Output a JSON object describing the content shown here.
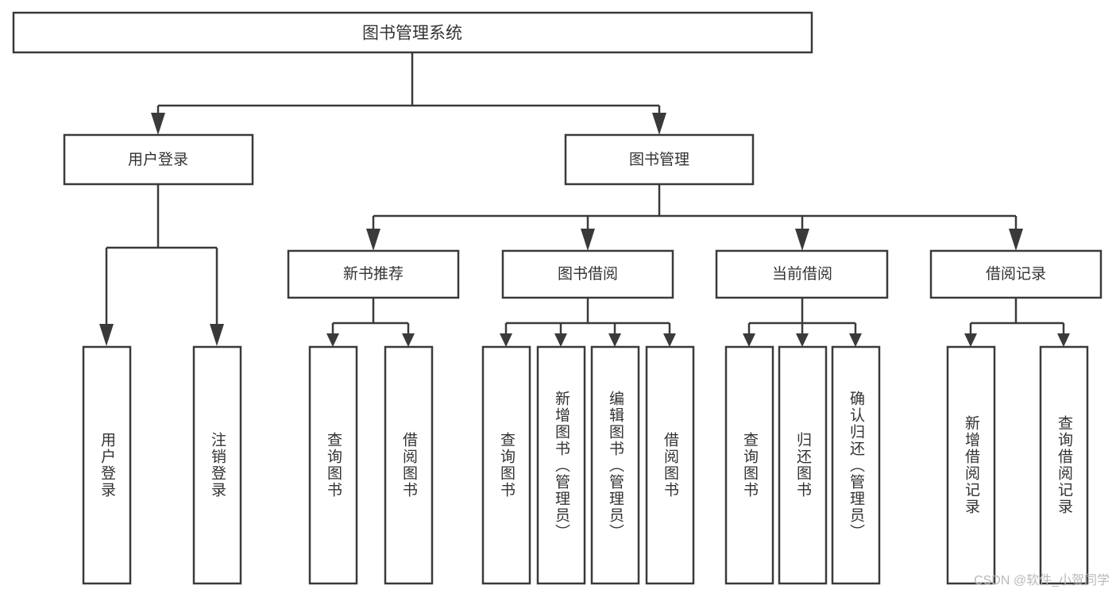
{
  "diagram": {
    "type": "tree-hierarchy",
    "title": "图书管理系统",
    "watermark": "CSDN @软件_小贺同学",
    "colors": {
      "box_stroke": "#3a3a3a",
      "box_fill": "#ffffff",
      "text": "#333333",
      "background": "#ffffff",
      "watermark": "#b9b9b9"
    },
    "levels": {
      "root": {
        "label": "图书管理系统"
      },
      "level2": [
        {
          "id": "user-login",
          "label": "用户登录"
        },
        {
          "id": "book-manage",
          "label": "图书管理"
        }
      ],
      "level3": [
        {
          "id": "new-book-recommend",
          "label": "新书推荐",
          "parent": "book-manage"
        },
        {
          "id": "book-borrow",
          "label": "图书借阅",
          "parent": "book-manage"
        },
        {
          "id": "current-borrow",
          "label": "当前借阅",
          "parent": "book-manage"
        },
        {
          "id": "borrow-record",
          "label": "借阅记录",
          "parent": "book-manage"
        }
      ],
      "leaves": [
        {
          "id": "leaf-user-login",
          "label": "用户登录",
          "parent": "user-login"
        },
        {
          "id": "leaf-logout",
          "label": "注销登录",
          "parent": "user-login"
        },
        {
          "id": "leaf-query-book-1",
          "label": "查询图书",
          "parent": "new-book-recommend"
        },
        {
          "id": "leaf-borrow-book-1",
          "label": "借阅图书",
          "parent": "new-book-recommend"
        },
        {
          "id": "leaf-query-book-2",
          "label": "查询图书",
          "parent": "book-borrow"
        },
        {
          "id": "leaf-add-book",
          "label": "新增图书（管理员）",
          "parent": "book-borrow"
        },
        {
          "id": "leaf-edit-book",
          "label": "编辑图书（管理员）",
          "parent": "book-borrow"
        },
        {
          "id": "leaf-borrow-book-2",
          "label": "借阅图书",
          "parent": "book-borrow"
        },
        {
          "id": "leaf-query-book-3",
          "label": "查询图书",
          "parent": "current-borrow"
        },
        {
          "id": "leaf-return-book",
          "label": "归还图书",
          "parent": "current-borrow"
        },
        {
          "id": "leaf-confirm-return",
          "label": "确认归还（管理员）",
          "parent": "current-borrow"
        },
        {
          "id": "leaf-add-record",
          "label": "新增借阅记录",
          "parent": "borrow-record"
        },
        {
          "id": "leaf-query-record",
          "label": "查询借阅记录",
          "parent": "borrow-record"
        }
      ]
    }
  }
}
